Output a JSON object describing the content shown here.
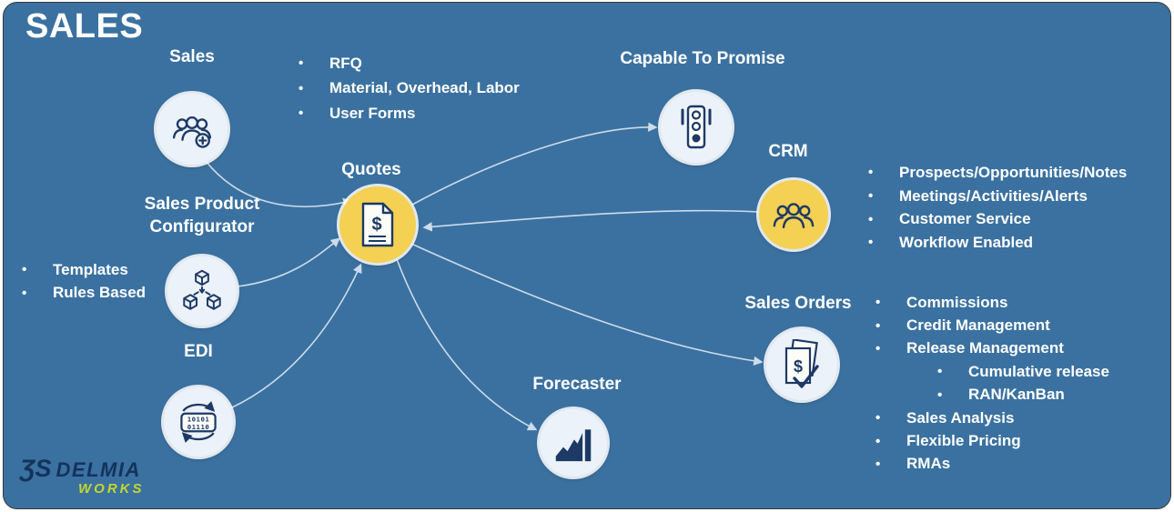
{
  "title": "SALES",
  "bullet_char": "•",
  "nodes": {
    "sales": "Sales",
    "quotes": "Quotes",
    "capable_to_promise": "Capable To Promise",
    "crm": "CRM",
    "configurator_line1": "Sales Product",
    "configurator_line2": "Configurator",
    "edi": "EDI",
    "forecaster": "Forecaster",
    "sales_orders": "Sales Orders"
  },
  "lists": {
    "quotes_features": [
      "RFQ",
      "Material, Overhead, Labor",
      "User Forms"
    ],
    "configurator_features": [
      "Templates",
      "Rules Based"
    ],
    "crm_features": [
      "Prospects/Opportunities/Notes",
      "Meetings/Activities/Alerts",
      "Customer Service",
      "Workflow Enabled"
    ],
    "sales_orders_features": [
      "Commissions",
      "Credit Management",
      "Release Management",
      "Cumulative release",
      "RAN/KanBan",
      "Sales Analysis",
      "Flexible Pricing",
      "RMAs"
    ]
  },
  "icons": {
    "quotes_symbol": "$",
    "sales_orders_symbol": "$",
    "edi_line1": "10101",
    "edi_line2": "01110"
  },
  "logo": {
    "glyph": "ƷS",
    "brand": "DELMIA",
    "product": "WORKS"
  },
  "colors": {
    "panel": "#3b71a0",
    "gold": "#f4d053",
    "icon_navy": "#1d3a66",
    "text": "#ffffff",
    "connector": "#dce8f3",
    "logo_navy": "#13335c",
    "logo_green": "#c5d62e"
  }
}
